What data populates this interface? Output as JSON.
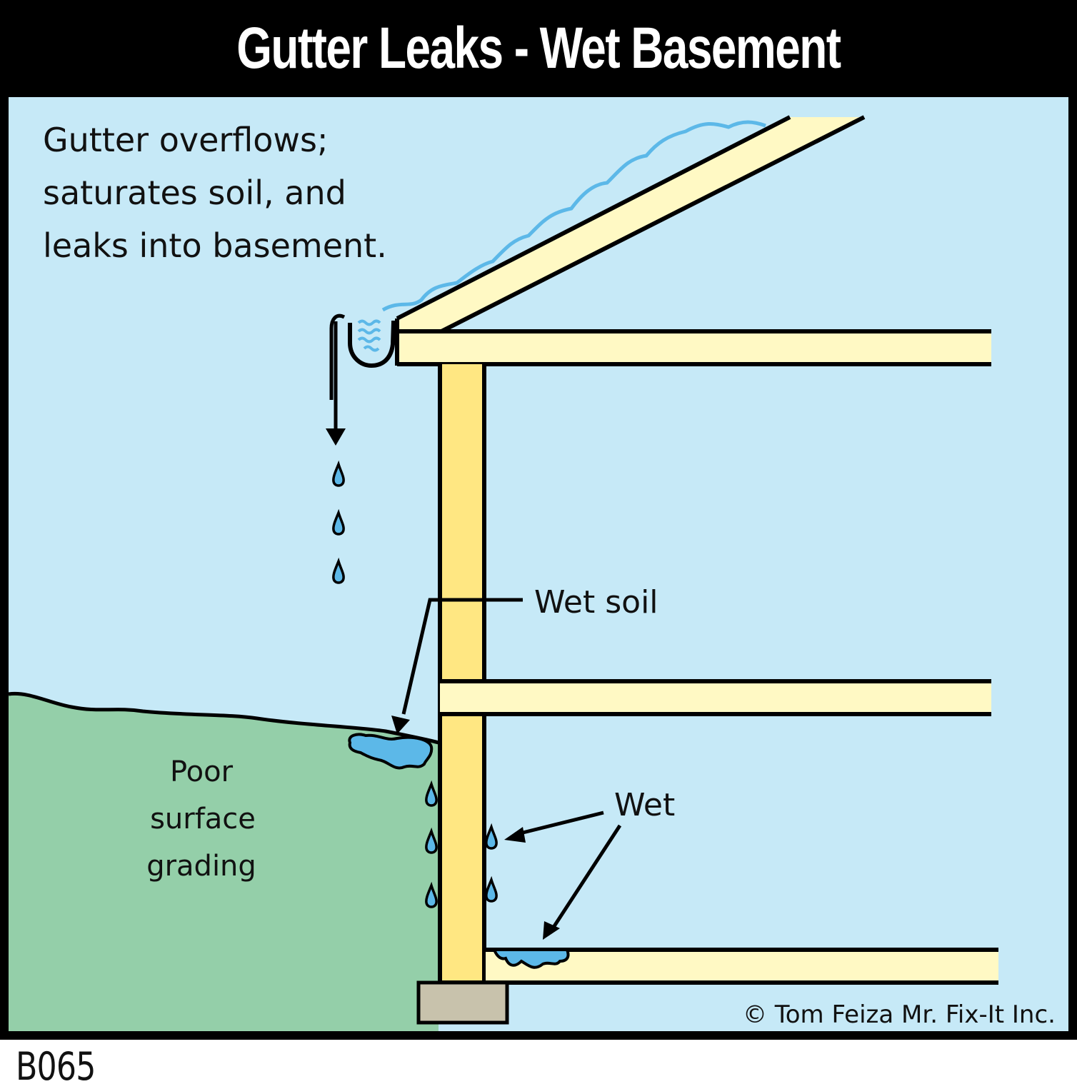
{
  "title": "Gutter Leaks - Wet Basement",
  "caption": {
    "lines": [
      "Gutter overflows;",
      "saturates soil, and",
      "leaks into basement."
    ]
  },
  "labels": {
    "wet_soil": "Wet soil",
    "grading_lines": [
      "Poor",
      "surface",
      "grading"
    ],
    "wet": "Wet"
  },
  "copyright": "© Tom Feiza Mr. Fix-It Inc.",
  "figure_code": "B065",
  "colors": {
    "sky": "#c6e9f7",
    "ground": "#94cfa9",
    "framing": "#fff9c4",
    "wall": "#ffe782",
    "footing": "#c8c2ac",
    "water": "#5cb8e8",
    "outline": "#000000"
  },
  "icons": [
    "water-drop-icon",
    "arrow-icon",
    "gutter-icon",
    "water-puddle-icon"
  ]
}
